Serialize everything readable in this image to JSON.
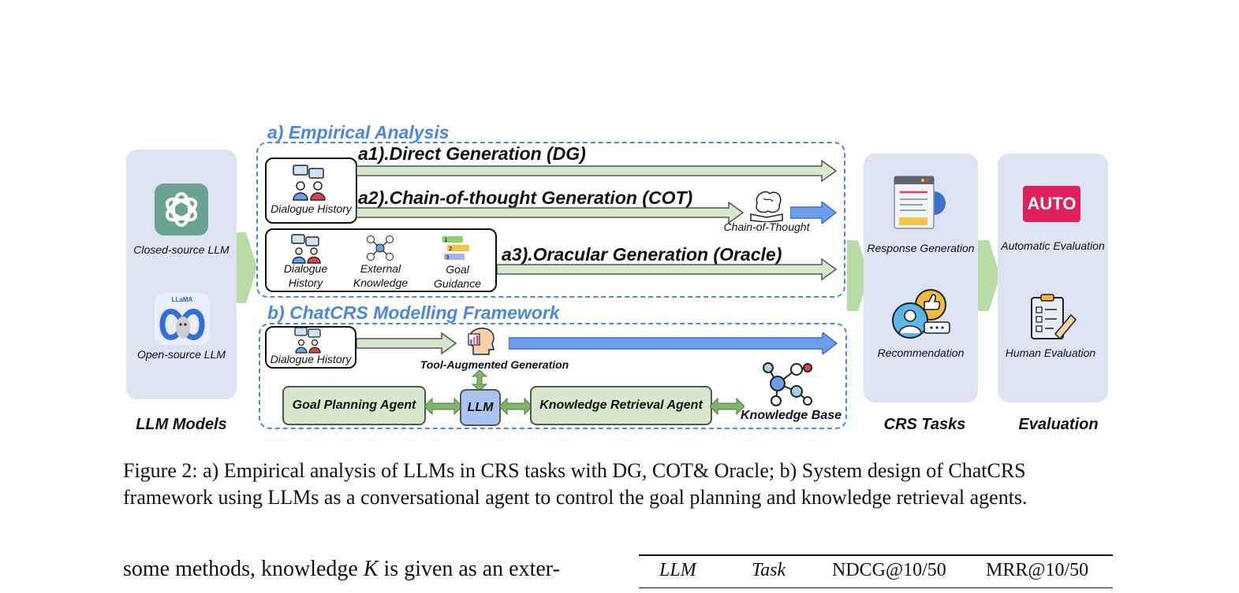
{
  "figure": {
    "left_panel": {
      "closed_label": "Closed-source LLM",
      "open_label": "Open-source LLM",
      "llama_badge": "LLaMA",
      "bottom_label": "LLM Models"
    },
    "empirical": {
      "title": "a) Empirical Analysis",
      "dg_title": "a1).Direct Generation (DG)",
      "cot_title": "a2).Chain-of-thought Generation (COT)",
      "oracle_title": "a3).Oracular Generation (Oracle)",
      "dialogue_history": "Dialogue History",
      "chain_of_thought": "Chain-of-Thought",
      "oracle_inputs": [
        {
          "line1": "Dialogue",
          "line2": "History"
        },
        {
          "line1": "External",
          "line2": "Knowledge"
        },
        {
          "line1": "Goal",
          "line2": "Guidance"
        }
      ]
    },
    "chatcrs": {
      "title": "b) ChatCRS Modelling Framework",
      "dialogue_history": "Dialogue History",
      "tool_aug": "Tool-Augmented Generation",
      "goal_agent": "Goal Planning Agent",
      "llm": "LLM",
      "knowledge_agent": "Knowledge Retrieval Agent",
      "knowledge_base": "Knowledge Base"
    },
    "crs_tasks": {
      "response": "Response Generation",
      "recommendation": "Recommendation",
      "bottom_label": "CRS Tasks"
    },
    "evaluation": {
      "auto_badge": "AUTO",
      "automatic": "Automatic Evaluation",
      "human": "Human Evaluation",
      "bottom_label": "Evaluation"
    }
  },
  "caption": {
    "line1": "Figure 2: a) Empirical analysis of LLMs in CRS tasks with DG, COT& Oracle; b) System design of ChatCRS",
    "line2": "framework using LLMs as a conversational agent to control the goal planning and knowledge retrieval agents."
  },
  "body": {
    "text_before": "some methods, knowledge ",
    "text_var": "K",
    "text_after": " is given as an exter-"
  },
  "table": {
    "headers": [
      "LLM",
      "Task",
      "NDCG@10/50",
      "MRR@10/50"
    ]
  },
  "colors": {
    "panel": "#dde3f2",
    "dashed_blue": "#4a86e8",
    "green_arrow": "#d7e8cc",
    "blue_arrow": "#6d9eeb",
    "openai": "#6ba392",
    "auto_badge": "#e0205a"
  }
}
